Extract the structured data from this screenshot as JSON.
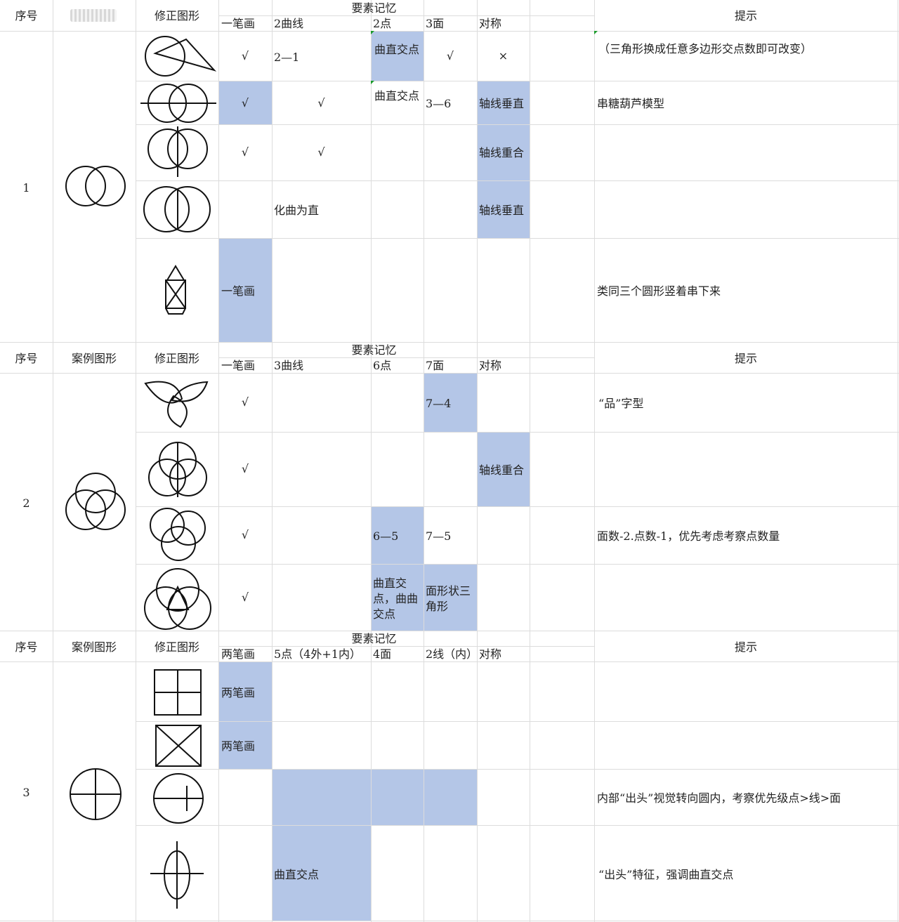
{
  "sections": [
    {
      "headers": {
        "seq": "序号",
        "example": "",
        "corrected": "修正图形",
        "elements_group": "要素记忆",
        "hint": "提示",
        "sub": [
          "一笔画",
          "2曲线",
          "2点",
          "3面",
          "对称"
        ]
      },
      "number": "1",
      "rows": [
        {
          "c1": "√",
          "c2": "2—1",
          "c3": "曲直交点",
          "c4": "√",
          "c5": "×",
          "hint": "（三角形换成任意多边形交点数即可改变）"
        },
        {
          "c1": "√",
          "c2": "√",
          "c3": "曲直交点",
          "c4": "3—6",
          "c5": "轴线垂直",
          "hint": "串糖葫芦模型"
        },
        {
          "c1": "√",
          "c2": "√",
          "c5": "轴线重合"
        },
        {
          "c2": "化曲为直",
          "c5": "轴线垂直"
        },
        {
          "c1": "一笔画",
          "hint": "类同三个圆形竖着串下来"
        }
      ]
    },
    {
      "headers": {
        "seq": "序号",
        "example": "案例图形",
        "corrected": "修正图形",
        "elements_group": "要素记忆",
        "hint": "提示",
        "sub": [
          "一笔画",
          "3曲线",
          "6点",
          "7面",
          "对称"
        ]
      },
      "number": "2",
      "rows": [
        {
          "c1": "√",
          "c4": "7—4",
          "hint": "“品”字型"
        },
        {
          "c1": "√",
          "c5": "轴线重合"
        },
        {
          "c1": "√",
          "c3": "6—5",
          "c4": "7—5",
          "hint": "面数-2.点数-1，优先考虑考察点数量"
        },
        {
          "c1": "√",
          "c3": "曲直交点，曲曲交点",
          "c4": "面形状三角形"
        }
      ]
    },
    {
      "headers": {
        "seq": "序号",
        "example": "案例图形",
        "corrected": "修正图形",
        "elements_group": "要素记忆",
        "hint": "提示",
        "sub": [
          "两笔画",
          "5点（4外+1内）",
          "4面",
          "2线（内）",
          "对称"
        ]
      },
      "number": "3",
      "rows": [
        {
          "c1": "两笔画"
        },
        {
          "c1": "两笔画"
        },
        {
          "hint": "内部“出头”视觉转向圆内，考察优先级点>线>面"
        },
        {
          "c2": "曲直交点",
          "hint": "“出头”特征，强调曲直交点"
        }
      ]
    }
  ],
  "colors": {
    "highlight": "#b4c6e7",
    "grid": "#dcdcdc",
    "text": "#222222",
    "comment_flag": "#1a9a2a"
  },
  "icons": [
    "two-circles-icon",
    "circle-triangle-icon",
    "two-circles-horizontal-axis-icon",
    "two-circles-vertical-axis-icon",
    "two-circles-inner-line-icon",
    "lantern-icon",
    "trefoil-icon",
    "three-circles-icon",
    "three-circles-triangle-icon",
    "four-square-icon",
    "x-square-icon",
    "circle-line-icon",
    "ellipse-cross-icon",
    "circle-cross-icon"
  ]
}
